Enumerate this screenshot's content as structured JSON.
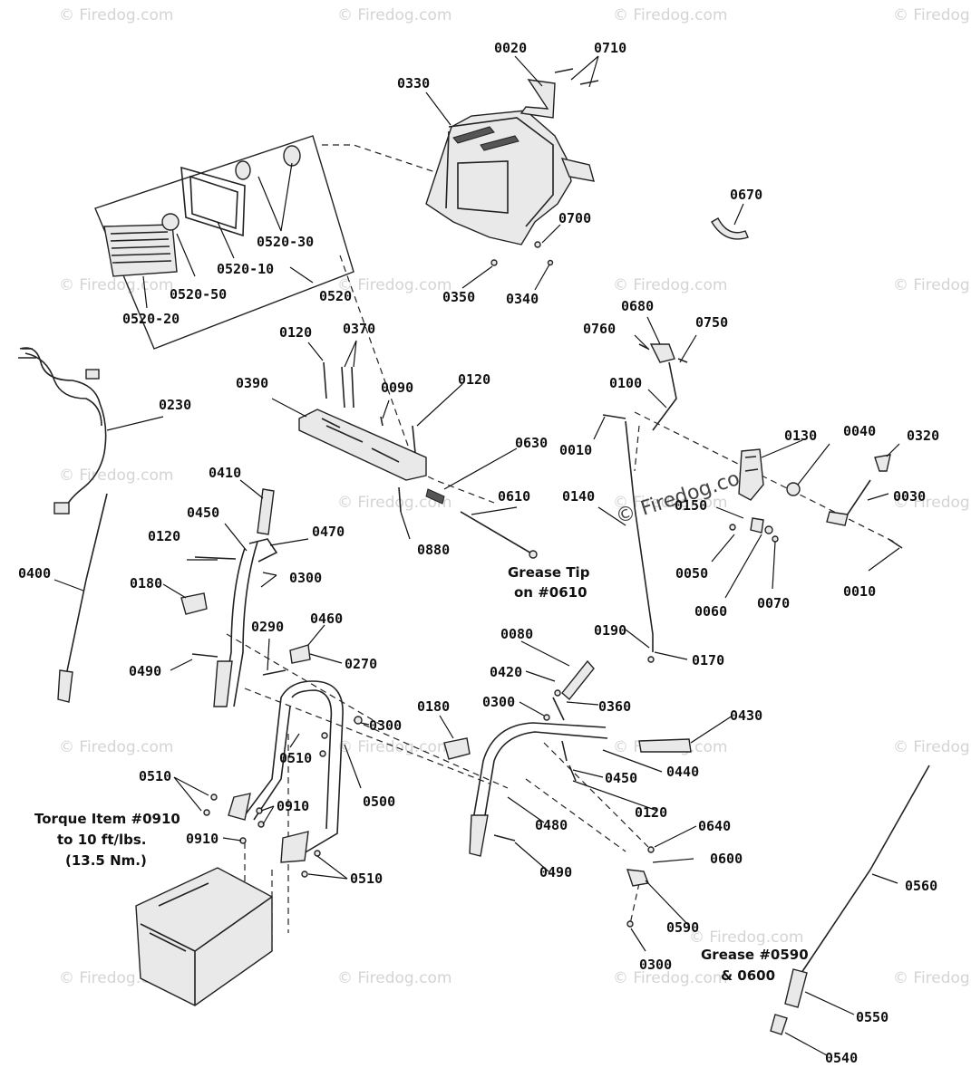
{
  "watermarks": [
    "© Firedog.com",
    "© Firedog.com",
    "© Firedog.com",
    "© Firedog.com",
    "© Firedog.com",
    "© Firedog.com",
    "© Firedog.com",
    "© Firedog.com",
    "© Firedog.com",
    "© Firedog.com",
    "© Firedog.com",
    "© Firedog.com",
    "© Firedog.com",
    "© Firedog.com",
    "© Firedog.com",
    "© Firedog.com",
    "© Firedog.com",
    "© Firedog.com",
    "© Firedog.com",
    "© Firedog.com",
    "© Firedog.com"
  ],
  "center_watermark": "© Firedog.com",
  "labels": {
    "p0020": "0020",
    "p0710": "0710",
    "p0330": "0330",
    "p0670": "0670",
    "p0700": "0700",
    "p0350": "0350",
    "p0340": "0340",
    "p0520_30": "0520-30",
    "p0520_10": "0520-10",
    "p0520_50": "0520-50",
    "p0520": "0520",
    "p0520_20": "0520-20",
    "p0120a": "0120",
    "p0370": "0370",
    "p0390": "0390",
    "p0090": "0090",
    "p0120b": "0120",
    "p0680": "0680",
    "p0760": "0760",
    "p0750": "0750",
    "p0100": "0100",
    "p0010a": "0010",
    "p0130": "0130",
    "p0040": "0040",
    "p0320": "0320",
    "p0030": "0030",
    "p0230": "0230",
    "p0630": "0630",
    "p0610": "0610",
    "p0140": "0140",
    "p0150": "0150",
    "p0410": "0410",
    "p0450a": "0450",
    "p0470": "0470",
    "p0120c": "0120",
    "p0300a": "0300",
    "p0880": "0880",
    "p0050": "0050",
    "p0010b": "0010",
    "p0400": "0400",
    "p0180a": "0180",
    "p0060": "0060",
    "p0070": "0070",
    "p0190": "0190",
    "p0460": "0460",
    "p0290": "0290",
    "p0490a": "0490",
    "p0270": "0270",
    "p0080": "0080",
    "p0170": "0170",
    "p0420": "0420",
    "p0300b": "0300",
    "p0360": "0360",
    "p0300c": "0300",
    "p0180b": "0180",
    "p0430": "0430",
    "p0510a": "0510",
    "p0500": "0500",
    "p0450b": "0450",
    "p0440": "0440",
    "p0510b": "0510",
    "p0910a": "0910",
    "p0120d": "0120",
    "p0480": "0480",
    "p0640": "0640",
    "p0910b": "0910",
    "p0600": "0600",
    "p0490b": "0490",
    "p0510c": "0510",
    "p0560": "0560",
    "p0590": "0590",
    "p0300d": "0300",
    "p0550": "0550",
    "p0540": "0540"
  },
  "notes": {
    "grease_tip_line1": "Grease Tip",
    "grease_tip_line2": "on #0610",
    "torque_line1": "Torque Item #0910",
    "torque_line2": "to 10 ft/lbs.",
    "torque_line3": "(13.5 Nm.)",
    "grease_0590_line1": "Grease #0590",
    "grease_0590_line2": "& 0600"
  }
}
